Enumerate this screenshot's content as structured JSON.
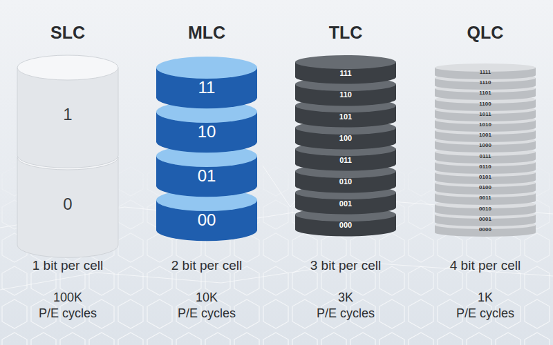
{
  "diagram": {
    "nodes": [
      {
        "text": [
          "1"
        ]
      },
      {
        "text": [
          "0"
        ]
      },
      {
        "text": [
          "11"
        ]
      },
      {
        "text": [
          "10"
        ]
      },
      {
        "text": [
          "01"
        ]
      },
      {
        "text": [
          "00"
        ]
      },
      {
        "text": [
          "111"
        ]
      },
      {
        "text": [
          "110"
        ]
      },
      {
        "text": [
          "101"
        ]
      },
      {
        "text": [
          "100"
        ]
      },
      {
        "text": [
          "011"
        ]
      },
      {
        "text": [
          "010"
        ]
      },
      {
        "text": [
          "001"
        ]
      },
      {
        "text": [
          "000"
        ]
      },
      {
        "text": [
          "1111"
        ]
      },
      {
        "text": [
          "1110"
        ]
      },
      {
        "text": [
          "1101"
        ]
      },
      {
        "text": [
          "1100"
        ]
      },
      {
        "text": [
          "1011"
        ]
      },
      {
        "text": [
          "1010"
        ]
      },
      {
        "text": [
          "1001"
        ]
      },
      {
        "text": [
          "1000"
        ]
      },
      {
        "text": [
          "0111"
        ]
      },
      {
        "text": [
          "0110"
        ]
      },
      {
        "text": [
          "0101"
        ]
      },
      {
        "text": [
          "0100"
        ]
      },
      {
        "text": [
          "0011"
        ]
      },
      {
        "text": [
          "0010"
        ]
      },
      {
        "text": [
          "0001"
        ]
      },
      {
        "text": [
          "0000"
        ]
      }
    ],
    "labels": [
      "SLC",
      "MLC",
      "TLC",
      "QLC",
      "1 bit per cell",
      "2 bit per cell",
      "3 bit per cell",
      "4 bit per cell",
      "100K",
      "10K",
      "3K",
      "1K",
      "P/E cycles",
      "P/E cycles",
      "P/E cycles",
      "P/E cycles"
    ]
  }
}
